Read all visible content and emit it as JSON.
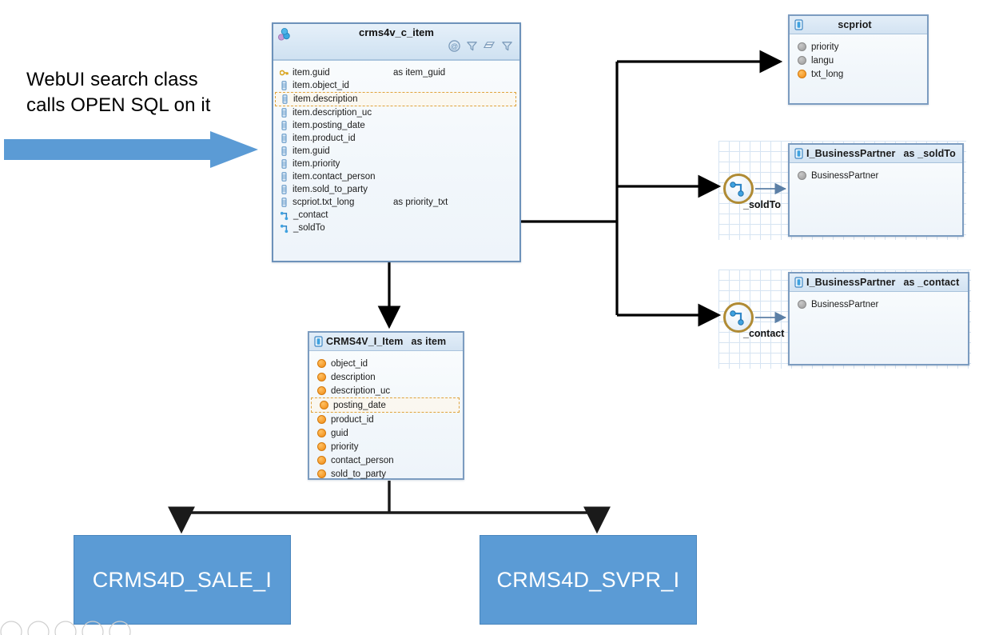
{
  "annotation": {
    "line1": "WebUI search class",
    "line2": "calls OPEN SQL on it",
    "arrow_color": "#5b9bd5",
    "icon": "right-arrow-banner"
  },
  "main_entity": {
    "title": "crms4v_c_item",
    "header_icon": "join-nodes-icon",
    "toolbar": [
      {
        "name": "annotation-icon",
        "glyph": "@"
      },
      {
        "name": "where-filter-icon",
        "glyph": "filter"
      },
      {
        "name": "group-by-icon",
        "glyph": "stacked-cards"
      },
      {
        "name": "having-filter-icon",
        "glyph": "filter"
      }
    ],
    "fields": [
      {
        "name": "item.guid",
        "alias": "as item_guid",
        "icon": "key-icon",
        "selected": false
      },
      {
        "name": "item.object_id",
        "alias": "",
        "icon": "column-icon",
        "selected": false
      },
      {
        "name": "item.description",
        "alias": "",
        "icon": "column-icon",
        "selected": true
      },
      {
        "name": "item.description_uc",
        "alias": "",
        "icon": "column-icon",
        "selected": false
      },
      {
        "name": "item.posting_date",
        "alias": "",
        "icon": "column-icon",
        "selected": false
      },
      {
        "name": "item.product_id",
        "alias": "",
        "icon": "column-icon",
        "selected": false
      },
      {
        "name": "item.guid",
        "alias": "",
        "icon": "column-icon",
        "selected": false
      },
      {
        "name": "item.priority",
        "alias": "",
        "icon": "column-icon",
        "selected": false
      },
      {
        "name": "item.contact_person",
        "alias": "",
        "icon": "column-icon",
        "selected": false
      },
      {
        "name": "item.sold_to_party",
        "alias": "",
        "icon": "column-icon",
        "selected": false
      },
      {
        "name": "scpriot.txt_long",
        "alias": "as priority_txt",
        "icon": "column-icon",
        "selected": false
      }
    ],
    "associations": [
      {
        "name": "_contact",
        "icon": "association-icon"
      },
      {
        "name": "_soldTo",
        "icon": "association-icon"
      }
    ]
  },
  "scpriot_entity": {
    "title": "scpriot",
    "alias": "",
    "icon": "table-icon",
    "fields": [
      {
        "name": "priority",
        "dot": "gray"
      },
      {
        "name": "langu",
        "dot": "gray"
      },
      {
        "name": "txt_long",
        "dot": "orange"
      }
    ]
  },
  "soldto_entity": {
    "title": "I_BusinessPartner",
    "alias": "as _soldTo",
    "icon": "table-icon",
    "fields": [
      {
        "name": "BusinessPartner",
        "dot": "gray"
      }
    ]
  },
  "contact_entity": {
    "title": "I_BusinessPartner",
    "alias": "as _contact",
    "icon": "table-icon",
    "fields": [
      {
        "name": "BusinessPartner",
        "dot": "gray"
      }
    ]
  },
  "item_entity": {
    "title": "CRMS4V_I_Item",
    "alias": "as item",
    "icon": "table-icon",
    "fields": [
      {
        "name": "object_id",
        "dot": "orange",
        "selected": false
      },
      {
        "name": "description",
        "dot": "orange",
        "selected": false
      },
      {
        "name": "description_uc",
        "dot": "orange",
        "selected": false
      },
      {
        "name": "posting_date",
        "dot": "orange",
        "selected": true
      },
      {
        "name": "product_id",
        "dot": "orange",
        "selected": false
      },
      {
        "name": "guid",
        "dot": "orange",
        "selected": false
      },
      {
        "name": "priority",
        "dot": "orange",
        "selected": false
      },
      {
        "name": "contact_person",
        "dot": "orange",
        "selected": false
      },
      {
        "name": "sold_to_party",
        "dot": "orange",
        "selected": false
      }
    ]
  },
  "association_nodes": [
    {
      "label": "_soldTo",
      "icon": "association-node-icon"
    },
    {
      "label": "_contact",
      "icon": "association-node-icon"
    }
  ],
  "bottom_boxes": [
    {
      "label": "CRMS4D_SALE_I",
      "color": "#5b9bd5"
    },
    {
      "label": "CRMS4D_SVPR_I",
      "color": "#5b9bd5"
    }
  ],
  "colors": {
    "entity_border": "#7c9cc0",
    "entity_header": "#d3e3f2",
    "blue_box": "#5b9bd5",
    "association_ring": "#b08b34",
    "orange_dot": "#f08a12",
    "gray_dot": "#9a9a9a",
    "connector": "#000000",
    "grid": "#cfe0f0"
  }
}
